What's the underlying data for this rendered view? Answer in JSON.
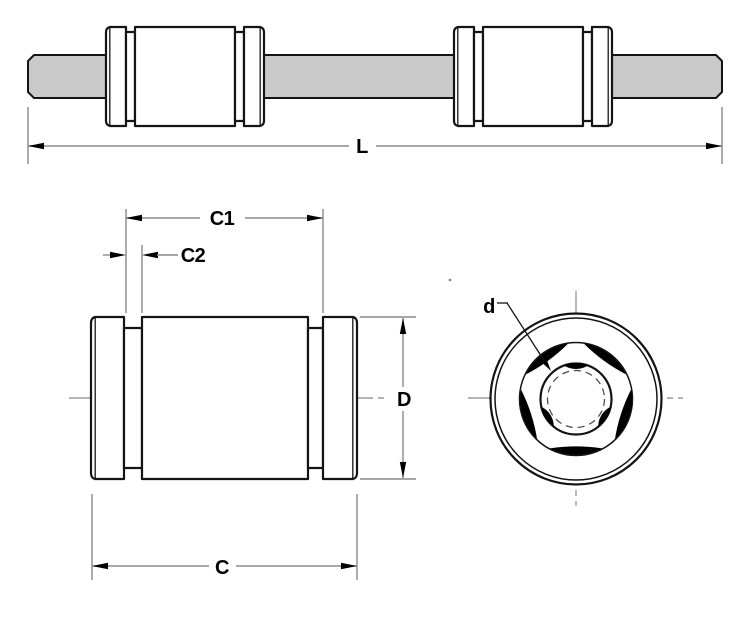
{
  "drawing": {
    "dimension_labels": {
      "overall_length": "L",
      "retainer_inner_span": "C1",
      "groove_width": "C2",
      "bearing_length": "C",
      "outer_diameter": "D",
      "bore_diameter": "d"
    },
    "colors": {
      "outline": "#141414",
      "dimension_lines": "#8a8a8a",
      "shaft_fill": "#c9c9c9",
      "background": "#ffffff"
    }
  }
}
